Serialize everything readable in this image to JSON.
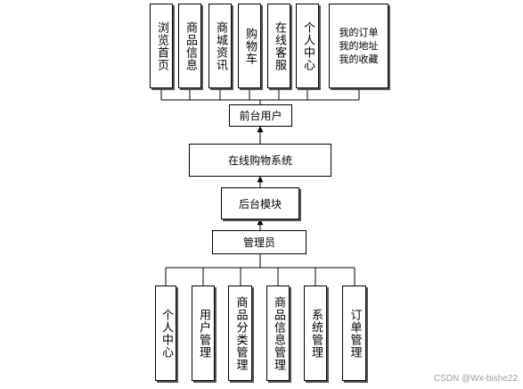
{
  "diagram": {
    "top_modules": [
      "浏览首页",
      "商品信息",
      "商城资讯",
      "购物车",
      "在线客服",
      "个人中心"
    ],
    "top_module_multiline": [
      "我的订单",
      "我的地址",
      "我的收藏"
    ],
    "frontend": "前台用户",
    "system": "在线购物系统",
    "backend": "后台模块",
    "admin": "管理员",
    "bottom_modules": [
      "个人中心",
      "用户管理",
      "商品分类管理",
      "商品信息管理",
      "系统管理",
      "订单管理"
    ]
  },
  "watermark": "CSDN @Wx-bishe22"
}
